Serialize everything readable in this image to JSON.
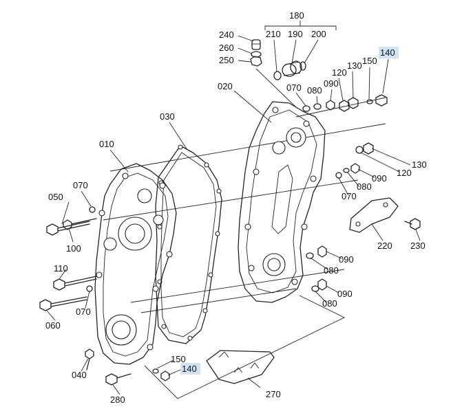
{
  "labels": {
    "l180": "180",
    "l210": "210",
    "l190": "190",
    "l200": "200",
    "l240": "240",
    "l260": "260",
    "l250": "250",
    "l140_top": "140",
    "l150_top": "150",
    "l130_top": "130",
    "l120_top": "120",
    "l090_top": "090",
    "l080_top": "080",
    "l070_top": "070",
    "l020": "020",
    "l030": "030",
    "l010": "010",
    "l070_left": "070",
    "l050": "050",
    "l100": "100",
    "l110": "110",
    "l060": "060",
    "l070_left2": "070",
    "l040": "040",
    "l280": "280",
    "l150_bot": "150",
    "l140_bot": "140",
    "l270": "270",
    "l130_right": "130",
    "l120_right": "120",
    "l090_right": "090",
    "l080_right": "080",
    "l070_right": "070",
    "l220": "220",
    "l230": "230",
    "l090_mid": "090",
    "l080_mid": "080",
    "l090_low": "090",
    "l080_low": "080"
  },
  "highlight_color": "#cfe3f5"
}
